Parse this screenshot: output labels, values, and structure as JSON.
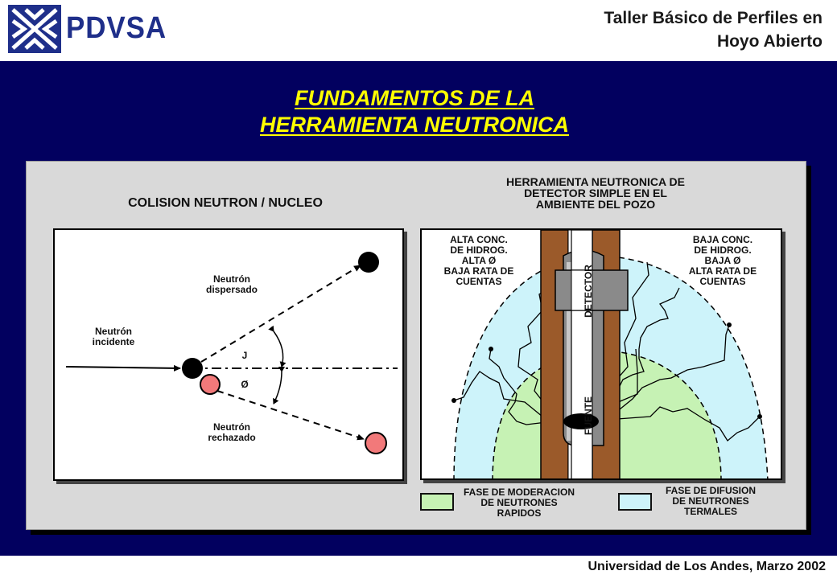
{
  "header": {
    "brand": "PDVSA",
    "title_line1": "Taller Básico de Perfiles en",
    "title_line2": "Hoyo Abierto"
  },
  "slide": {
    "title_line1": "FUNDAMENTOS DE LA",
    "title_line2": "HERRAMIENTA NEUTRONICA"
  },
  "collision": {
    "heading": "COLISION NEUTRON / NUCLEO",
    "incident_l1": "Neutrón",
    "incident_l2": "incidente",
    "scattered_l1": "Neutrón",
    "scattered_l2": "dispersado",
    "rejected_l1": "Neutrón",
    "rejected_l2": "rechazado",
    "angle_upper": "J",
    "angle_lower": "Ø"
  },
  "tool": {
    "heading_l1": "HERRAMIENTA NEUTRONICA DE",
    "heading_l2": "DETECTOR SIMPLE EN EL",
    "heading_l3": "AMBIENTE DEL POZO",
    "left_note": [
      "ALTA CONC.",
      "DE HIDROG.",
      "ALTA Ø",
      "BAJA RATA DE",
      "CUENTAS"
    ],
    "right_note": [
      "BAJA CONC.",
      "DE HIDROG.",
      "BAJA Ø",
      "ALTA RATA DE",
      "CUENTAS"
    ],
    "detector_label": "DETECTOR",
    "source_label": "FUENTE"
  },
  "legend": {
    "moderation_l1": "FASE DE MODERACION",
    "moderation_l2": "DE NEUTRONES",
    "moderation_l3": "RAPIDOS",
    "diffusion_l1": "FASE DE DIFUSION",
    "diffusion_l2": "DE NEUTRONES",
    "diffusion_l3": "TERMALES"
  },
  "colors": {
    "background_blue": "#02005f",
    "title_yellow": "#ffff00",
    "moderation_green": "#c6f2b4",
    "diffusion_cyan": "#cdf3fa",
    "casing_brown": "#9b5a2a",
    "nucleus_red": "#f2797a"
  },
  "footer": {
    "text": "Universidad de Los Andes, Marzo 2002"
  }
}
